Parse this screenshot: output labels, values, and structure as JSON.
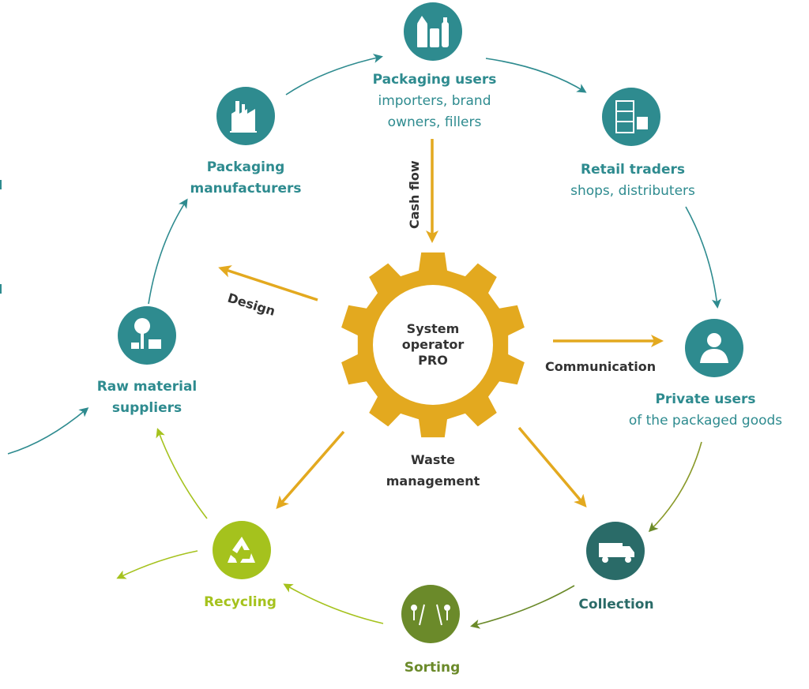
{
  "center": {
    "line1": "System",
    "line2": "operator",
    "line3": "PRO"
  },
  "flows": {
    "cash_flow": "Cash flow",
    "design": "Design",
    "communication": "Communication",
    "waste_management_1": "Waste",
    "waste_management_2": "management"
  },
  "nodes": {
    "packaging_users": {
      "title": "Packaging users",
      "sub1": "importers, brand",
      "sub2": "owners, fillers",
      "icon": "packaging-icon"
    },
    "retail_traders": {
      "title": "Retail traders",
      "sub1": "shops, distributers",
      "icon": "retail-shelf-icon"
    },
    "private_users": {
      "title": "Private users",
      "sub1": "of the packaged goods",
      "icon": "person-icon"
    },
    "collection": {
      "title": "Collection",
      "icon": "garbage-truck-icon"
    },
    "sorting": {
      "title": "Sorting",
      "icon": "sorting-conveyor-icon"
    },
    "recycling": {
      "title": "Recycling",
      "icon": "recycle-icon"
    },
    "raw_material_suppliers": {
      "title1": "Raw material",
      "title2": "suppliers",
      "icon": "tree-raw-material-icon"
    },
    "packaging_manufacturers": {
      "title1": "Packaging",
      "title2": "manufacturers",
      "icon": "factory-icon"
    }
  },
  "colors": {
    "teal": "#2e8b8f",
    "teal_dark": "#2a6b68",
    "gear": "#e3a91f",
    "lime": "#a5c21d",
    "olive": "#6b8a2a",
    "dark_text": "#333333"
  }
}
